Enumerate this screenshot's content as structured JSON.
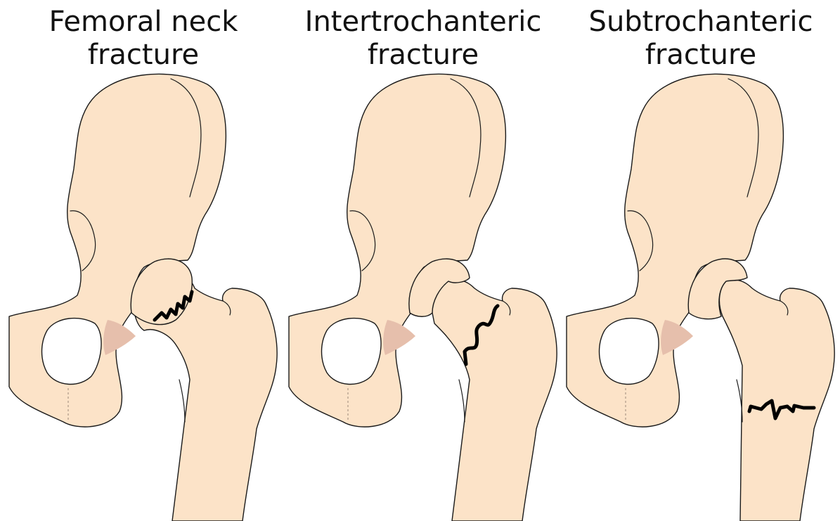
{
  "panels": [
    {
      "title_line1": "Femoral neck",
      "title_line2": "fracture",
      "fracture_type": "femoral-neck"
    },
    {
      "title_line1": "Intertrochanteric",
      "title_line2": "fracture",
      "fracture_type": "intertrochanteric"
    },
    {
      "title_line1": "Subtrochanteric",
      "title_line2": "fracture",
      "fracture_type": "subtrochanteric"
    }
  ],
  "colors": {
    "bone_fill": "#fce3c8",
    "outline": "#1a1a1a",
    "cartilage": "#e6bfac",
    "fracture_line": "#000000"
  }
}
